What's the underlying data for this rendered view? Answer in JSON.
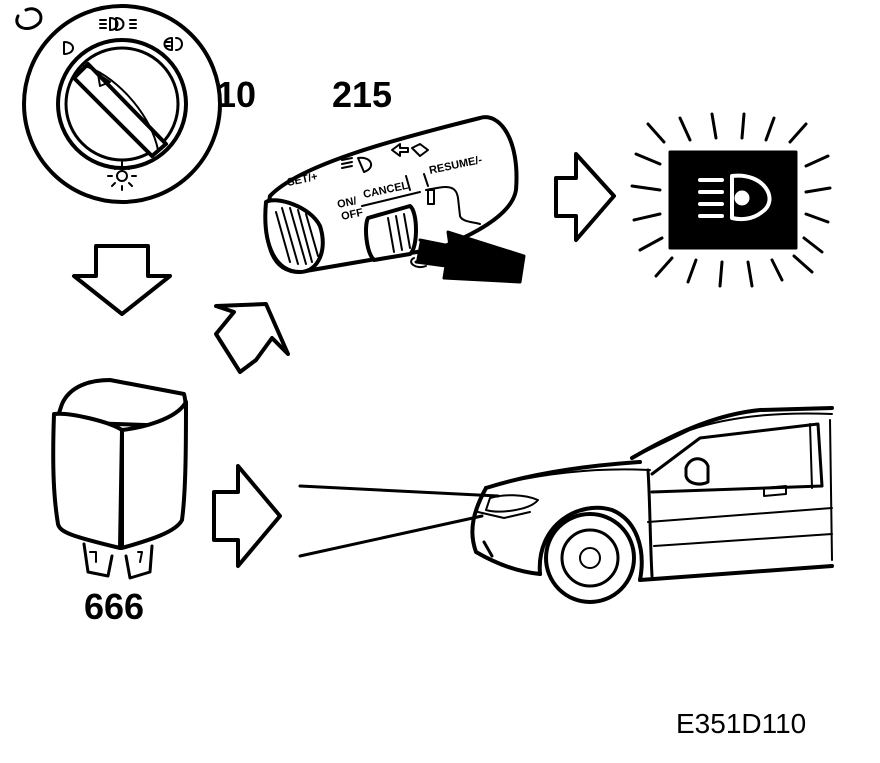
{
  "labels": {
    "light_switch": "10",
    "stalk": "215",
    "relay": "666",
    "figure_code": "E351D110"
  },
  "stalk_text": {
    "set": "SET/+",
    "on_off_1": "ON/",
    "on_off_2": "OFF",
    "cancel": "CANCEL",
    "resume": "RESUME/-"
  },
  "colors": {
    "ink": "#000000",
    "paper": "#ffffff"
  }
}
